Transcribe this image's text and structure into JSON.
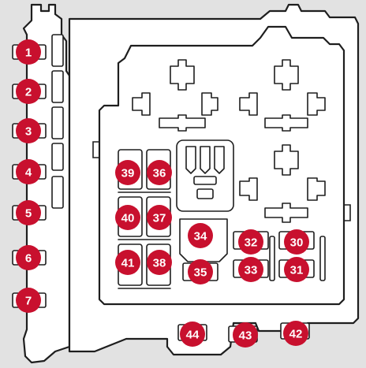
{
  "badge_color": "#c8102e",
  "background_color": "#e2e2e2",
  "fuses": [
    {
      "number": "1"
    },
    {
      "number": "2"
    },
    {
      "number": "3"
    },
    {
      "number": "4"
    },
    {
      "number": "5"
    },
    {
      "number": "6"
    },
    {
      "number": "7"
    },
    {
      "number": "30"
    },
    {
      "number": "31"
    },
    {
      "number": "32"
    },
    {
      "number": "33"
    },
    {
      "number": "34"
    },
    {
      "number": "35"
    },
    {
      "number": "36"
    },
    {
      "number": "37"
    },
    {
      "number": "38"
    },
    {
      "number": "39"
    },
    {
      "number": "40"
    },
    {
      "number": "41"
    },
    {
      "number": "42"
    },
    {
      "number": "43"
    },
    {
      "number": "44"
    }
  ]
}
